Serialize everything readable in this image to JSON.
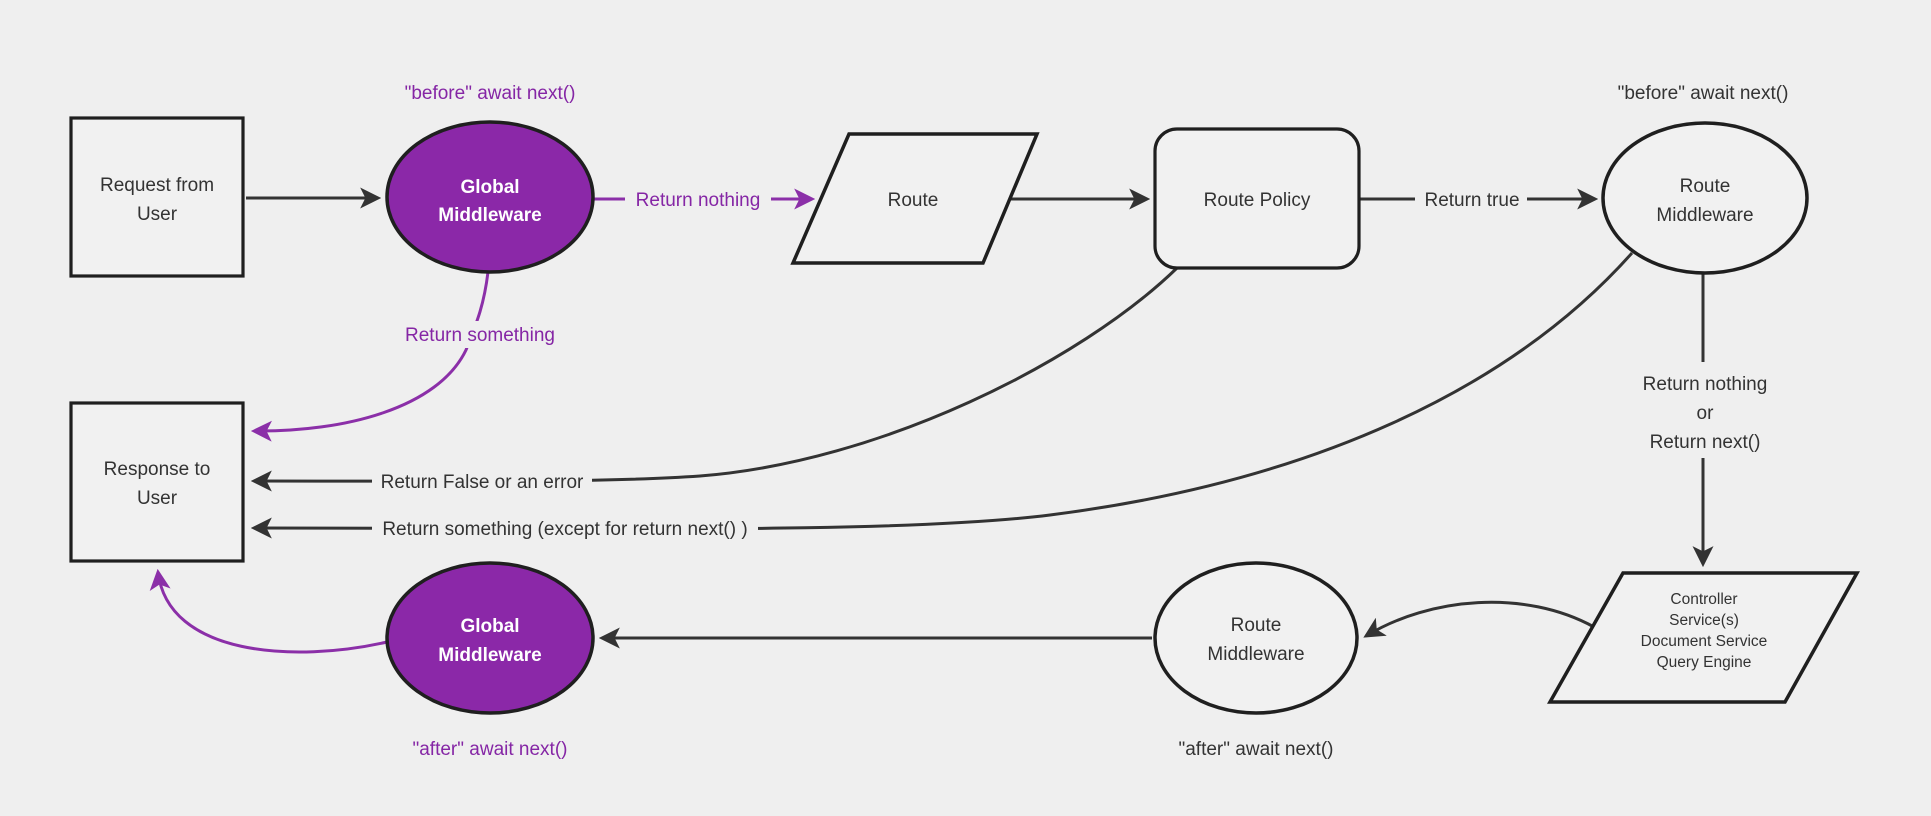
{
  "colors": {
    "background": "#efefef",
    "node_fill": "#f1f1f1",
    "node_stroke": "#1f1f1f",
    "dark_text": "#333333",
    "purple_fill": "#8b28a8",
    "purple_stroke": "#8b2fa8",
    "purple_text": "#8526a5",
    "white_text": "#ffffff",
    "black_edge": "#333333"
  },
  "nodes": {
    "request": {
      "lines": [
        "Request from",
        "User"
      ]
    },
    "global_middleware_top": {
      "lines": [
        "Global",
        "Middleware"
      ]
    },
    "route": {
      "label": "Route"
    },
    "route_policy": {
      "label": "Route Policy"
    },
    "route_middleware_top": {
      "lines": [
        "Route",
        "Middleware"
      ]
    },
    "controller": {
      "lines": [
        "Controller",
        "Service(s)",
        "Document Service",
        "Query Engine"
      ]
    },
    "route_middleware_bottom": {
      "lines": [
        "Route",
        "Middleware"
      ]
    },
    "global_middleware_bottom": {
      "lines": [
        "Global",
        "Middleware"
      ]
    },
    "response": {
      "lines": [
        "Response to",
        "User"
      ]
    }
  },
  "edge_labels": {
    "before_await_left": "\"before\" await next()",
    "before_await_right": "\"before\" await next()",
    "return_nothing": "Return nothing",
    "return_true": "Return true",
    "return_something": "Return something",
    "return_false_or_error": "Return False or an error",
    "return_something_except": "Return something (except for return next() )",
    "return_nothing_or": {
      "lines": [
        "Return nothing",
        "or",
        "Return next()"
      ]
    },
    "after_await_middle": "\"after\" await next()",
    "after_await_left": "\"after\" await next()"
  }
}
